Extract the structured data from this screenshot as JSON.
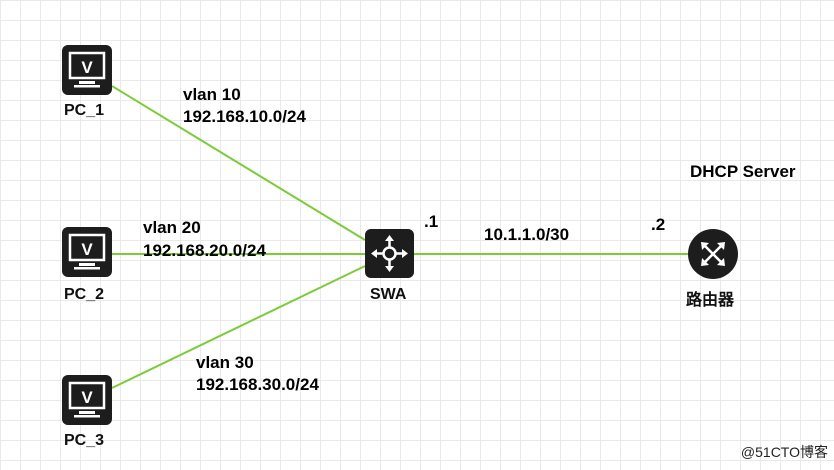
{
  "devices": {
    "pc1": {
      "label": "PC_1",
      "icon": "monitor-icon",
      "glyph": "V"
    },
    "pc2": {
      "label": "PC_2",
      "icon": "monitor-icon",
      "glyph": "V"
    },
    "pc3": {
      "label": "PC_3",
      "icon": "monitor-icon",
      "glyph": "V"
    },
    "switch": {
      "label": "SWA",
      "icon": "switch-icon"
    },
    "router": {
      "label": "路由器",
      "icon": "router-icon"
    }
  },
  "links": {
    "pc1": {
      "vlan": "vlan 10",
      "subnet": "192.168.10.0/24"
    },
    "pc2": {
      "vlan": "vlan 20",
      "subnet": "192.168.20.0/24"
    },
    "pc3": {
      "vlan": "vlan 30",
      "subnet": "192.168.30.0/24"
    },
    "uplink": {
      "subnet": "10.1.1.0/30",
      "switch_end": ".1",
      "router_end": ".2"
    }
  },
  "labels": {
    "dhcp_server": "DHCP Server"
  },
  "watermark": "@51CTO博客",
  "colors": {
    "link": "#7ccc3a",
    "device_fill": "#1d1d1d",
    "device_glyph": "#ffffff"
  }
}
